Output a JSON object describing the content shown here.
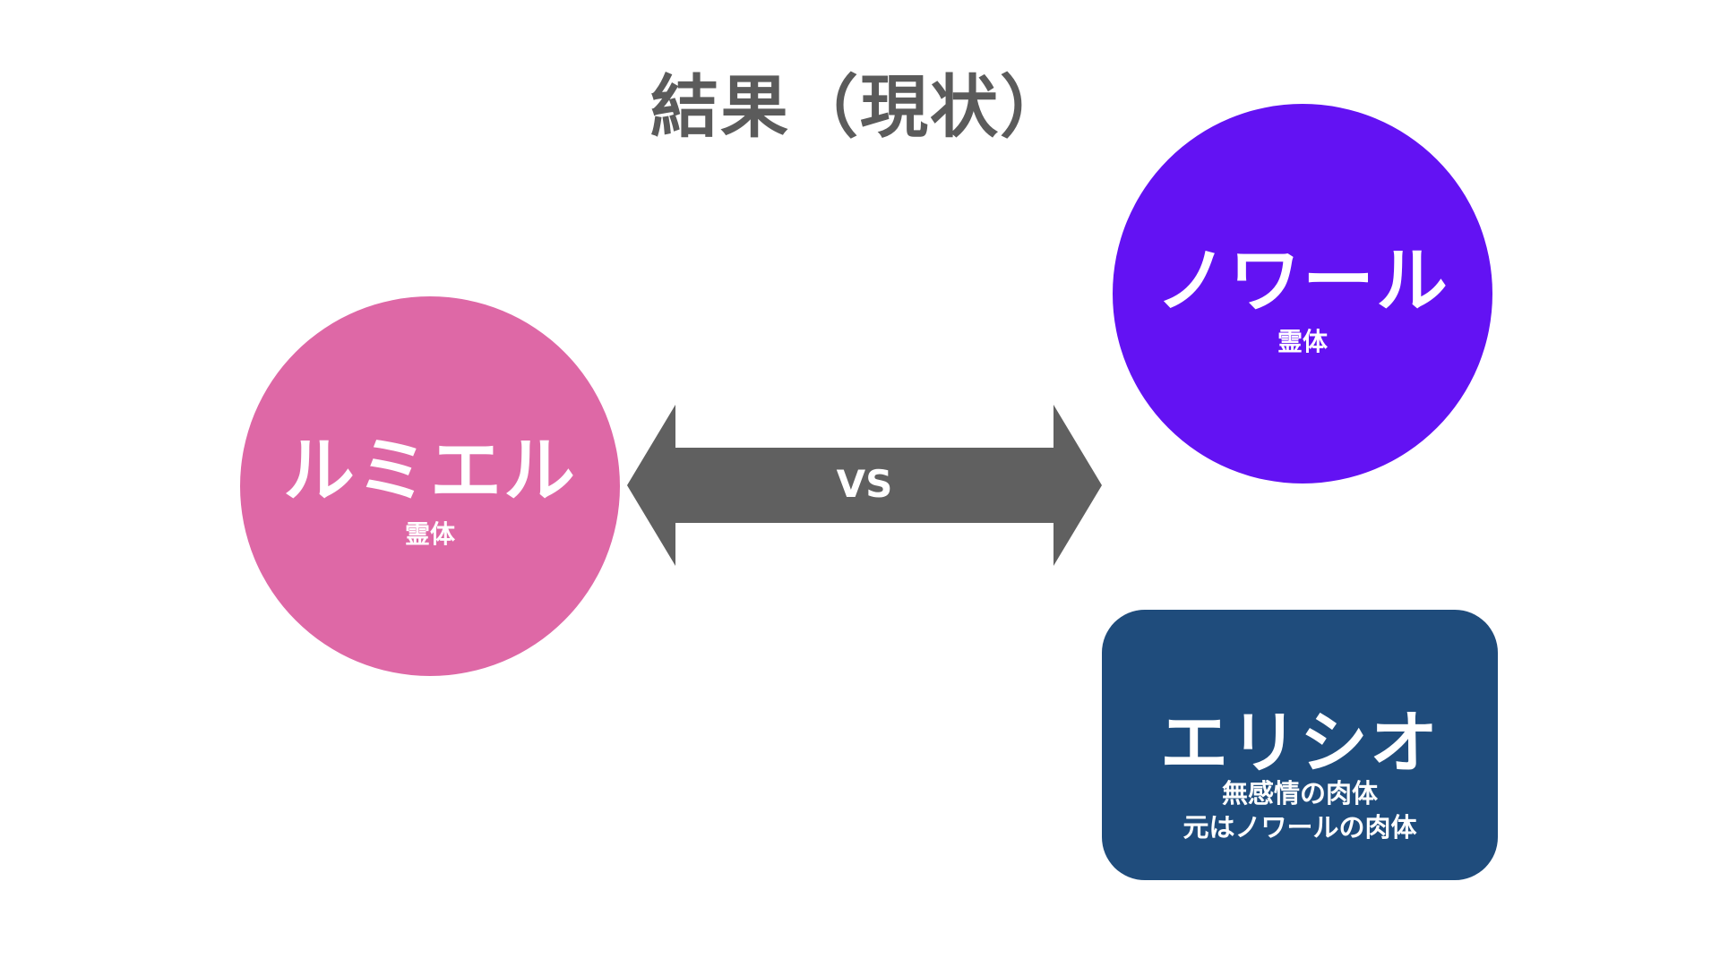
{
  "title": "結果（現状）",
  "colors": {
    "lumiel": "#de68a6",
    "noir": "#6312f3",
    "elysio": "#1f4c7c",
    "arrow": "#606060",
    "title": "#5b5b5b"
  },
  "lumiel": {
    "name": "ルミエル",
    "sub": "霊体"
  },
  "noir": {
    "name": "ノワール",
    "sub": "霊体"
  },
  "versus": {
    "label": "VS"
  },
  "elysio": {
    "name": "エリシオ",
    "desc_line1": "無感情の肉体",
    "desc_line2": "元はノワールの肉体"
  }
}
